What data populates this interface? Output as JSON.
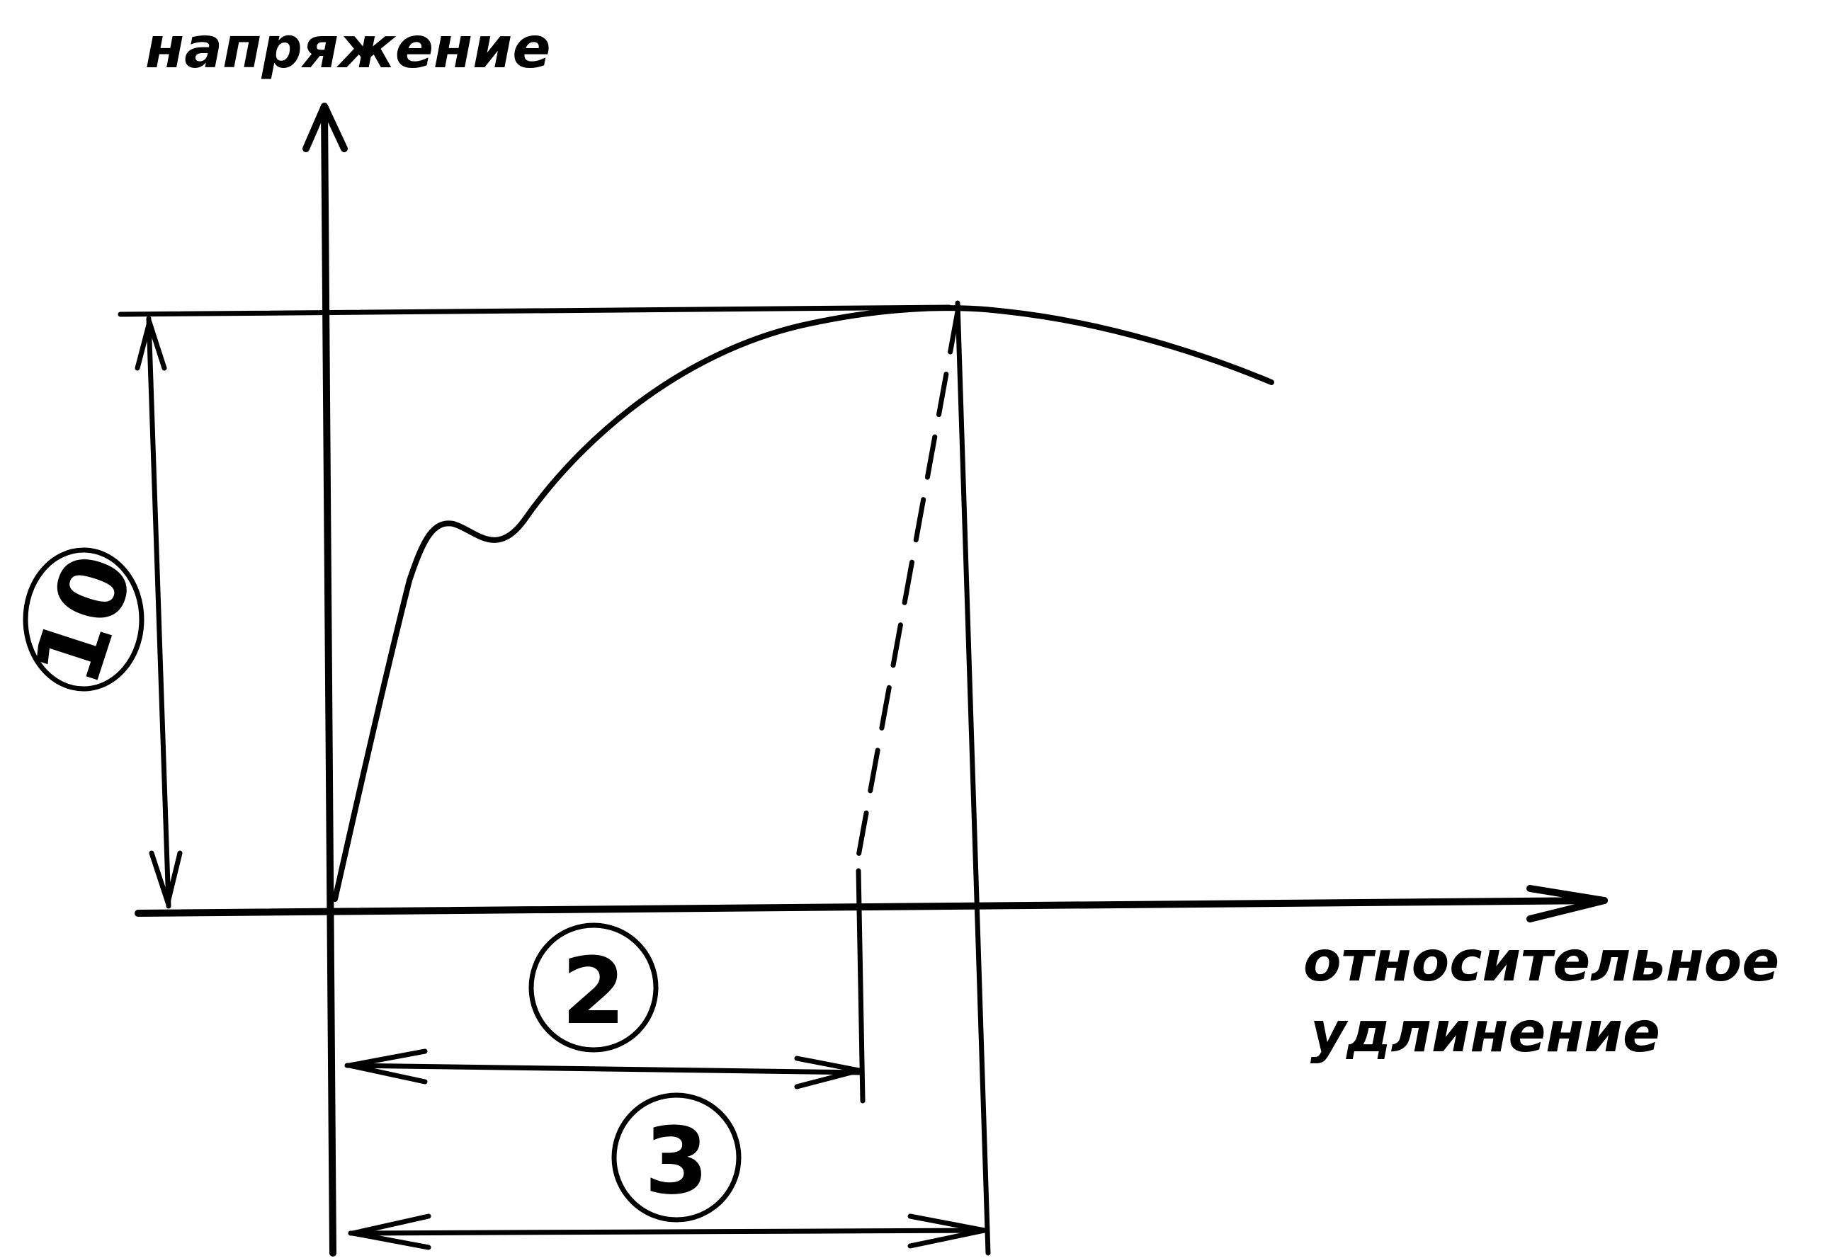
{
  "diagram": {
    "y_axis_label": "напряжение",
    "x_axis_label_line1": "относительное",
    "x_axis_label_line2": "удлинение",
    "markers": {
      "stress_height": "10",
      "plastic_elongation": "2",
      "total_elongation": "3"
    },
    "ink_color": "#000000",
    "background_color": "#ffffff"
  }
}
